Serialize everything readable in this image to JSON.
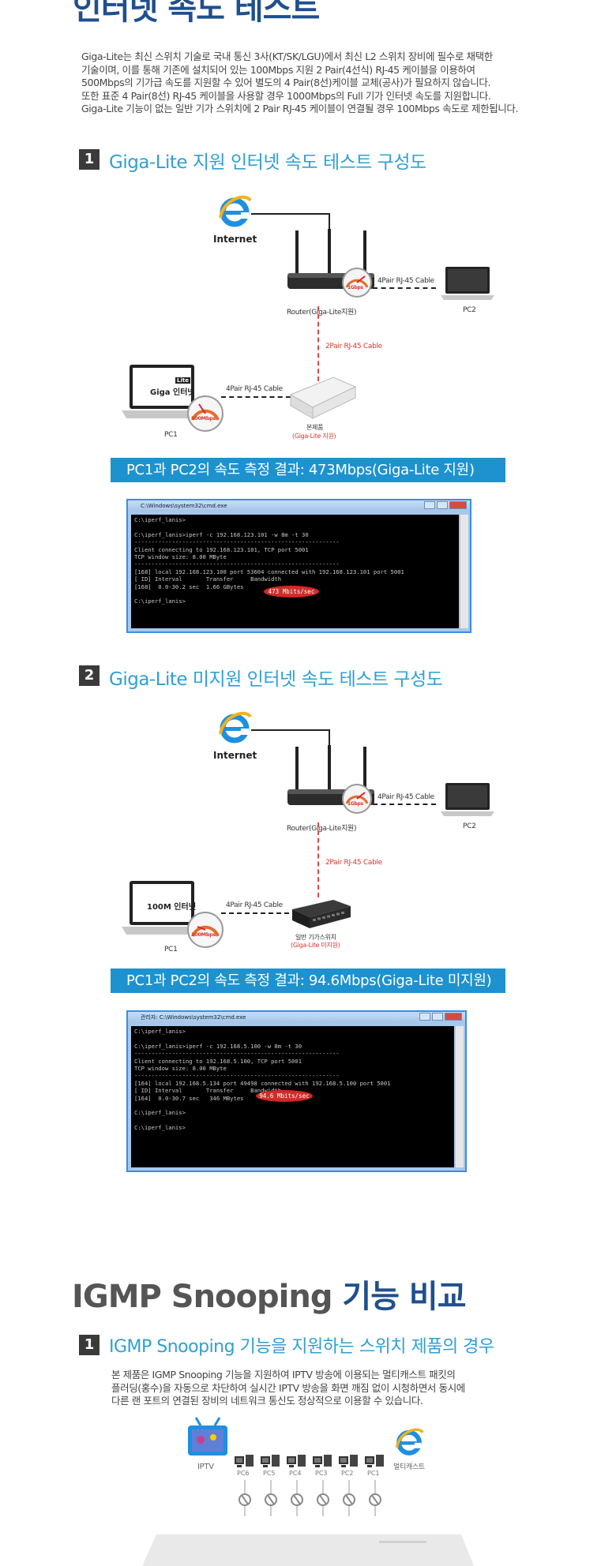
{
  "page_title": "인터넷 속도 테스트",
  "intro": [
    "Giga-Lite는 최신 스위치 기술로 국내 통신 3사(KT/SK/LGU)에서 최신 L2 스위치 장비에 필수로 채택한",
    "기술이며, 이를 통해 기존에 설치되어 있는 100Mbps 지원 2 Pair(4선식) RJ-45 케이블을 이용하여",
    "500Mbps의 기가급 속도를 지원할 수 있어 별도의 4 Pair(8선)케이블 교체(공사)가 필요하지 않습니다.",
    "또한 표준 4 Pair(8선) RJ-45 케이블을 사용할 경우 1000Mbps의 Full 기가 인터넷 속도를 지원합니다.",
    "Giga-Lite 기능이 없는 일반 기가 스위치에 2 Pair RJ-45 케이블이 연결될 경우 100Mbps 속도로 제한됩니다."
  ],
  "section1": {
    "number": "1",
    "title": "Giga-Lite 지원 인터넷 속도 테스트 구성도",
    "internet": "Internet",
    "router_label": "Router(Giga-Lite지원)",
    "router_speed": "1Gbps",
    "pc2": "PC2",
    "cable_pc2": "4Pair RJ-45 Cable",
    "cable_red": "2Pair RJ-45 Cable",
    "cable_pc1": "4Pair RJ-45 Cable",
    "pc1": "PC1",
    "pc1_screen_badge": "Lite",
    "pc1_screen": "Giga 인터넷",
    "pc1_speed": "500Mbps",
    "switch_label": "본제품",
    "switch_sub": "(Giga-Lite 지원)",
    "result": "PC1과 PC2의 속도 측정 결과: 473Mbps(Giga-Lite 지원)",
    "cmd_title": "C:\\Windows\\system32\\cmd.exe",
    "cmd_lines": [
      "C:\\iperf_lanis>",
      "",
      "C:\\iperf_lanis>iperf -c 192.168.123.101 -w 8m -t 30",
      "------------------------------------------------------------",
      "Client connecting to 192.168.123.101, TCP port 5001",
      "TCP window size: 8.00 MByte",
      "------------------------------------------------------------",
      "[168] local 192.168.123.100 port 53604 connected with 192.168.123.101 port 5001",
      "[ ID] Interval       Transfer     Bandwidth",
      "[168]  0.0-30.2 sec  1.66 GBytes",
      "",
      "C:\\iperf_lanis>"
    ],
    "cmd_highlight": "473 Mbits/sec"
  },
  "section2": {
    "number": "2",
    "title": "Giga-Lite 미지원 인터넷 속도 테스트 구성도",
    "internet": "Internet",
    "router_label": "Router(Giga-Lite지원)",
    "router_speed": "1Gbps",
    "pc2": "PC2",
    "cable_pc2": "4Pair RJ-45 Cable",
    "cable_red": "2Pair RJ-45 Cable",
    "cable_pc1": "4Pair RJ-45 Cable",
    "pc1": "PC1",
    "pc1_screen": "100M 인터넷",
    "pc1_speed": "100Mbps",
    "switch_label": "일반 기가스위치",
    "switch_sub": "(Giga-Lite 미지원)",
    "result": "PC1과 PC2의 속도 측정 결과: 94.6Mbps(Giga-Lite 미지원)",
    "cmd_title": "관리자: C:\\Windows\\system32\\cmd.exe",
    "cmd_lines": [
      "C:\\iperf_lanis>",
      "",
      "C:\\iperf_lanis>iperf -c 192.168.5.100 -w 8m -t 30",
      "------------------------------------------------------------",
      "Client connecting to 192.168.5.100, TCP port 5001",
      "TCP window size: 8.00 MByte",
      "------------------------------------------------------------",
      "[164] local 192.168.5.134 port 49498 connected with 192.168.5.100 port 5001",
      "[ ID] Interval       Transfer     Bandwidth",
      "[164]  0.0-30.7 sec   346 MBytes",
      "",
      "C:\\iperf_lanis>",
      "",
      "C:\\iperf_lanis>"
    ],
    "cmd_highlight": "94.6 Mbits/sec"
  },
  "igmp": {
    "title_a": "IGMP Snooping",
    "title_b": "기능 비교",
    "section_number": "1",
    "section_title": "IGMP Snooping 기능을 지원하는 스위치 제품의 경우",
    "desc": [
      "본 제품은 IGMP Snooping 기능을 지원하여 IPTV 방송에 이용되는 멀티캐스트 패킷의",
      "플러딩(홍수)을 자동으로 차단하여 실시간 IPTV 방송을 화면 깨짐 없이 시청하면서 동시에",
      "다른 랜 포트의 연결된 장비의 네트워크 통신도 정상적으로 이용할 수 있습니다."
    ],
    "iptv": "IPTV",
    "multicast": "멀티캐스트",
    "pcs": [
      "PC6",
      "PC5",
      "PC4",
      "PC3",
      "PC2",
      "PC1"
    ]
  }
}
